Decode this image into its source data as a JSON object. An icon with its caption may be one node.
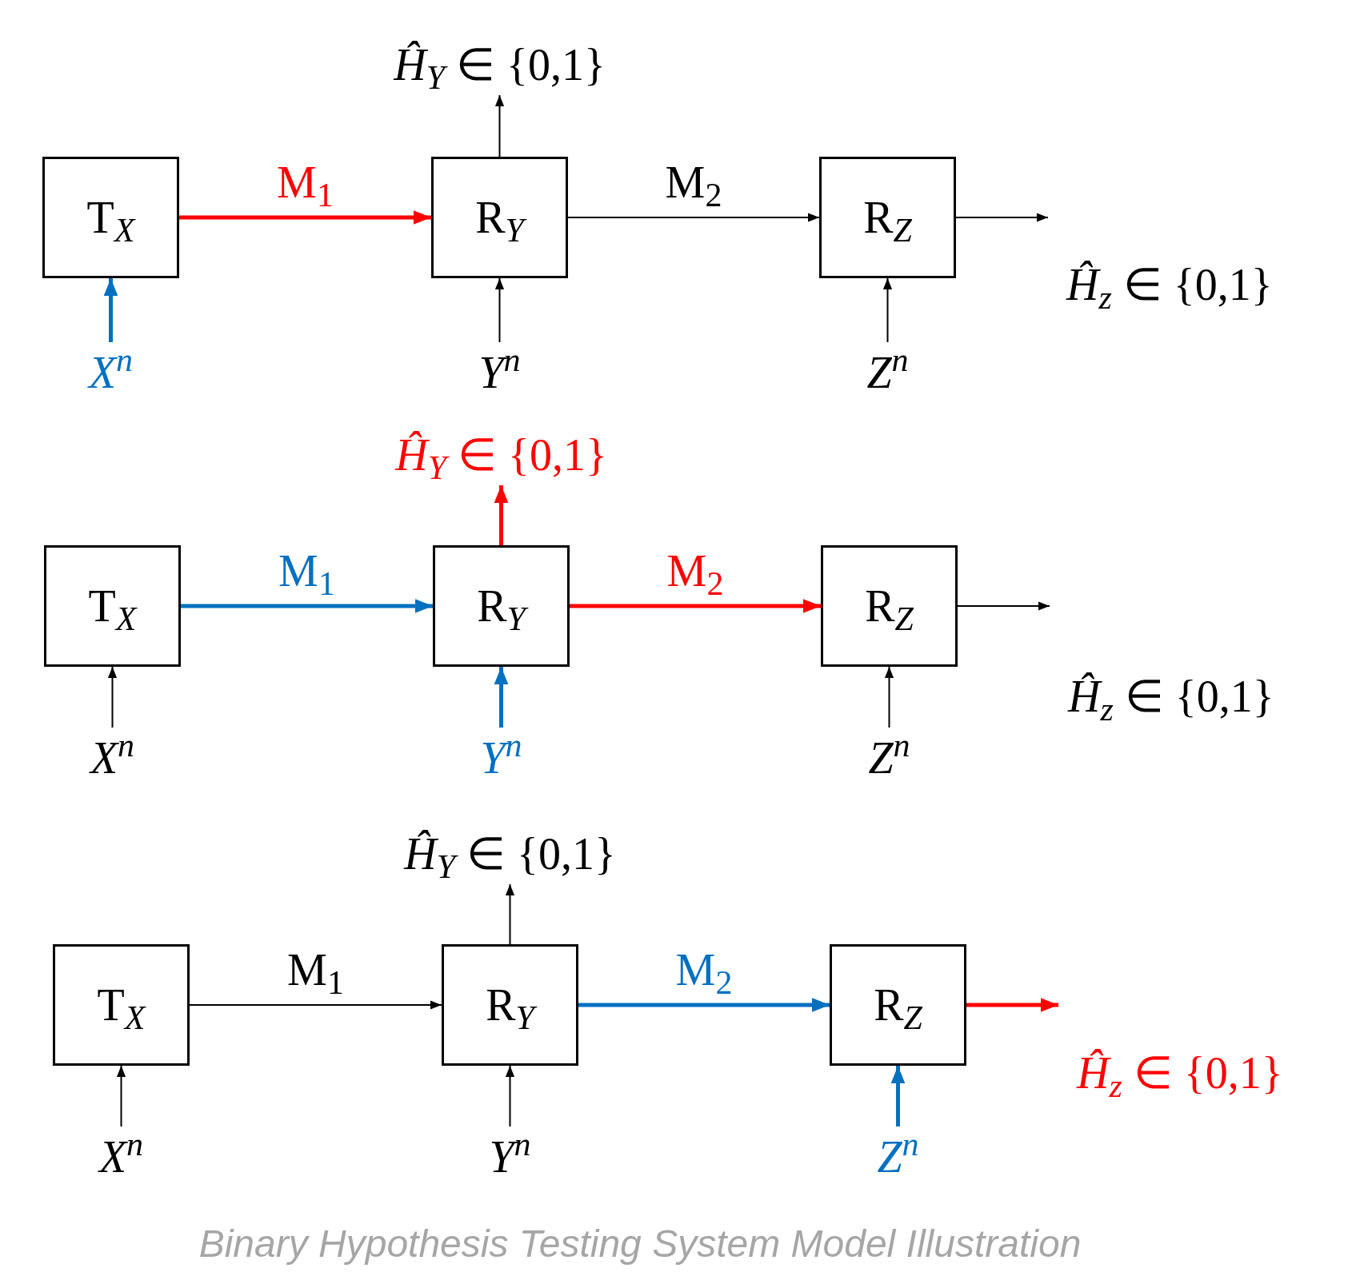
{
  "diagram": {
    "caption": "Binary Hypothesis Testing System Model Illustration",
    "nodes": [
      {
        "text": [
          "*Ĥ*$_{Y}$ ∈ {0,1}"
        ]
      },
      {
        "text": [
          "T$_{X}$"
        ]
      },
      {
        "text": [
          "R$_{Y}$"
        ]
      },
      {
        "text": [
          "R$_{Z}$"
        ]
      },
      {
        "text": [
          "*X*$^{n}$"
        ]
      },
      {
        "text": [
          "*Y*$^{n}$"
        ]
      },
      {
        "text": [
          "*Z*$^{n}$"
        ]
      },
      {
        "text": [
          "*Ĥ*$_{Y}$ ∈ {0,1}"
        ]
      },
      {
        "text": [
          "T$_{X}$"
        ]
      },
      {
        "text": [
          "R$_{Y}$"
        ]
      },
      {
        "text": [
          "R$_{Z}$"
        ]
      },
      {
        "text": [
          "*X*$^{n}$"
        ]
      },
      {
        "text": [
          "*Y*$^{n}$"
        ]
      },
      {
        "text": [
          "*Z*$^{n}$"
        ]
      },
      {
        "text": [
          "*Ĥ*$_{Y}$ ∈ {0,1}"
        ]
      },
      {
        "text": [
          "T$_{X}$"
        ]
      },
      {
        "text": [
          "R$_{Y}$"
        ]
      },
      {
        "text": [
          "R$_{Z}$"
        ]
      },
      {
        "text": [
          "*X*$^{n}$"
        ]
      },
      {
        "text": [
          "*Y*$^{n}$"
        ]
      },
      {
        "text": [
          "*Z*$^{n}$"
        ]
      }
    ],
    "edges": [
      {
        "from": 4,
        "to": 1,
        "arrow": "to",
        "style": "thick",
        "color": "#0070c0"
      },
      {
        "from": 1,
        "to": 2,
        "arrow": "to",
        "label": "M$_{1}$",
        "style": "thick",
        "color": "#ff0000"
      },
      {
        "from": 2,
        "to": 3,
        "arrow": "to",
        "label": "M$_{2}$"
      },
      {
        "from": 2,
        "to": 0,
        "arrow": "to"
      },
      {
        "from": 5,
        "to": 2,
        "arrow": "to"
      },
      {
        "from": 6,
        "to": 3,
        "arrow": "to"
      },
      {
        "from": 3,
        "to": null,
        "arrow": "to"
      },
      {
        "from": 11,
        "to": 8,
        "arrow": "to"
      },
      {
        "from": 8,
        "to": 9,
        "arrow": "to",
        "label": "M$_{1}$",
        "style": "thick",
        "color": "#0070c0"
      },
      {
        "from": 9,
        "to": 10,
        "arrow": "to",
        "label": "M$_{2}$",
        "style": "thick",
        "color": "#ff0000"
      },
      {
        "from": 9,
        "to": 7,
        "arrow": "to",
        "style": "thick",
        "color": "#ff0000"
      },
      {
        "from": 12,
        "to": 9,
        "arrow": "to",
        "style": "thick",
        "color": "#0070c0"
      },
      {
        "from": 13,
        "to": 10,
        "arrow": "to"
      },
      {
        "from": 10,
        "to": null,
        "arrow": "to"
      },
      {
        "from": 18,
        "to": 15,
        "arrow": "to"
      },
      {
        "from": 15,
        "to": 16,
        "arrow": "to",
        "label": "M$_{1}$"
      },
      {
        "from": 16,
        "to": 17,
        "arrow": "to",
        "label": "M$_{2}$",
        "style": "thick",
        "color": "#0070c0"
      },
      {
        "from": 16,
        "to": 14,
        "arrow": "to"
      },
      {
        "from": 19,
        "to": 16,
        "arrow": "to"
      },
      {
        "from": 20,
        "to": 17,
        "arrow": "to",
        "style": "thick",
        "color": "#0070c0"
      },
      {
        "from": 17,
        "to": null,
        "arrow": "to",
        "style": "thick",
        "color": "#ff0000"
      }
    ],
    "labels": [
      "*Ĥ*$_{z}$ ∈ {0,1}",
      "*Ĥ*$_{z}$ ∈ {0,1}",
      "*Ĥ*$_{z}$ ∈ {0,1}"
    ]
  }
}
